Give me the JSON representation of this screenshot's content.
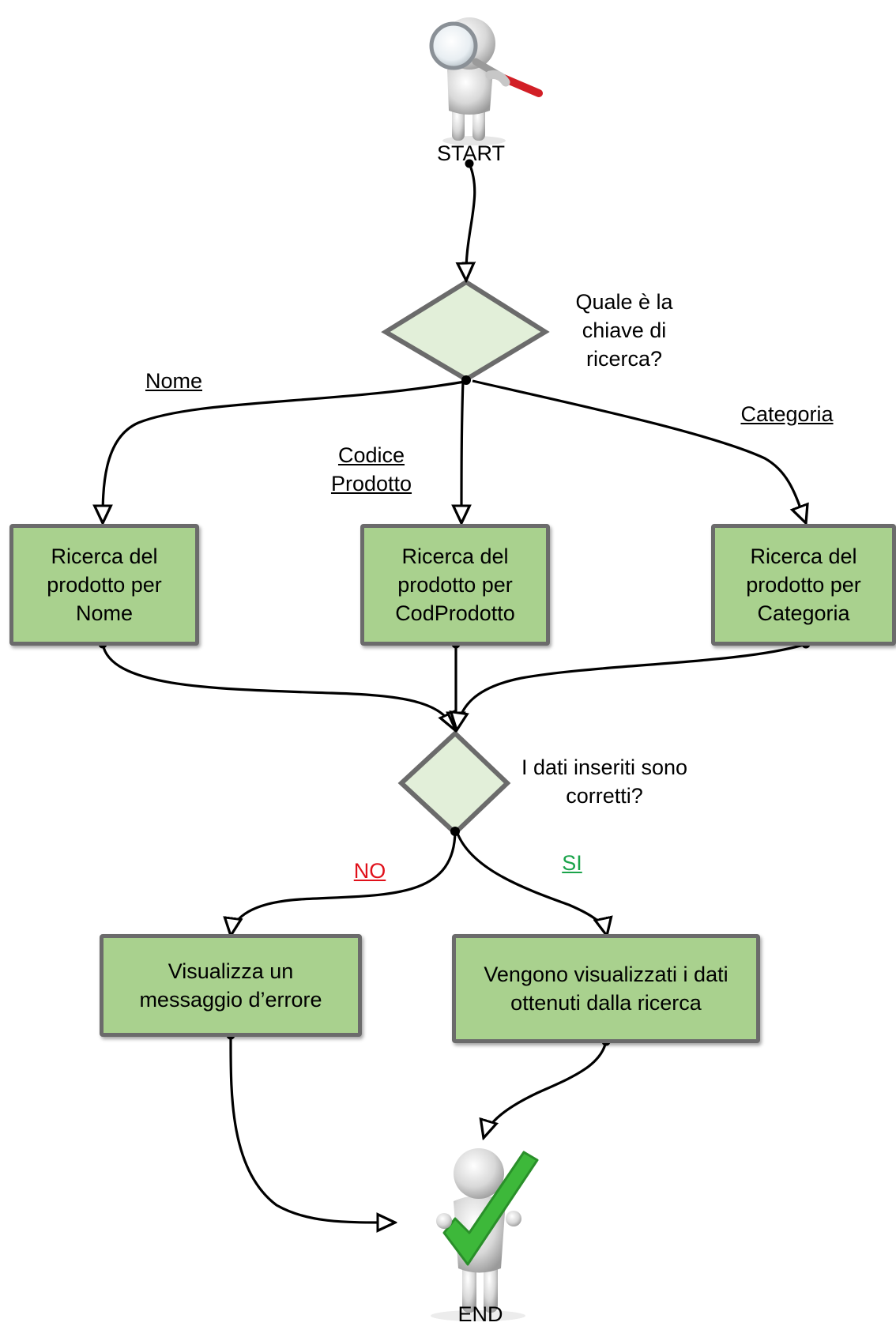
{
  "start_label": "START",
  "end_label": "END",
  "decision1": {
    "question": "Quale è la\nchiave di\nricerca?"
  },
  "branches1": {
    "nome": "Nome",
    "codice": "Codice\nProdotto",
    "categoria": "Categoria"
  },
  "boxes": {
    "nome": "Ricerca del\nprodotto per\nNome",
    "codice": "Ricerca del\nprodotto per\nCodProdotto",
    "categoria": "Ricerca del\nprodotto per\nCategoria",
    "errore": "Visualizza un\nmessaggio d’errore",
    "risultati": "Vengono visualizzati i dati\nottenuti dalla ricerca"
  },
  "decision2": {
    "question": "I dati inseriti sono\ncorretti?"
  },
  "branches2": {
    "no": "NO",
    "si": "SI"
  },
  "colors": {
    "box_fill": "#a9d18e",
    "diamond_fill": "#e2efd9",
    "border": "#6b6b6b",
    "no": "#e0101a",
    "si": "#1aa34a",
    "check": "#3db83a"
  },
  "icons": {
    "start": "person-with-magnifier-icon",
    "end": "person-with-checkmark-icon"
  }
}
